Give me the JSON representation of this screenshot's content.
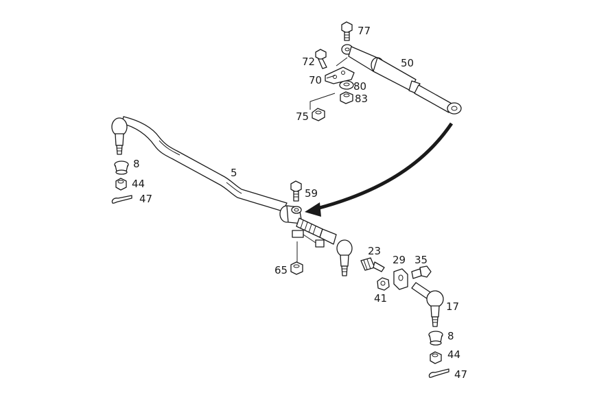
{
  "callouts": {
    "p5": "5",
    "p8a": "8",
    "p44a": "44",
    "p47a": "47",
    "p59": "59",
    "p65": "65",
    "p23": "23",
    "p41": "41",
    "p29": "29",
    "p35": "35",
    "p17": "17",
    "p8b": "8",
    "p44b": "44",
    "p47b": "47",
    "p77": "77",
    "p72": "72",
    "p70": "70",
    "p80": "80",
    "p83": "83",
    "p75": "75",
    "p50": "50"
  },
  "colors": {
    "line": "#1a1a1a",
    "background": "#ffffff",
    "fill_light": "#e6e6e6"
  }
}
